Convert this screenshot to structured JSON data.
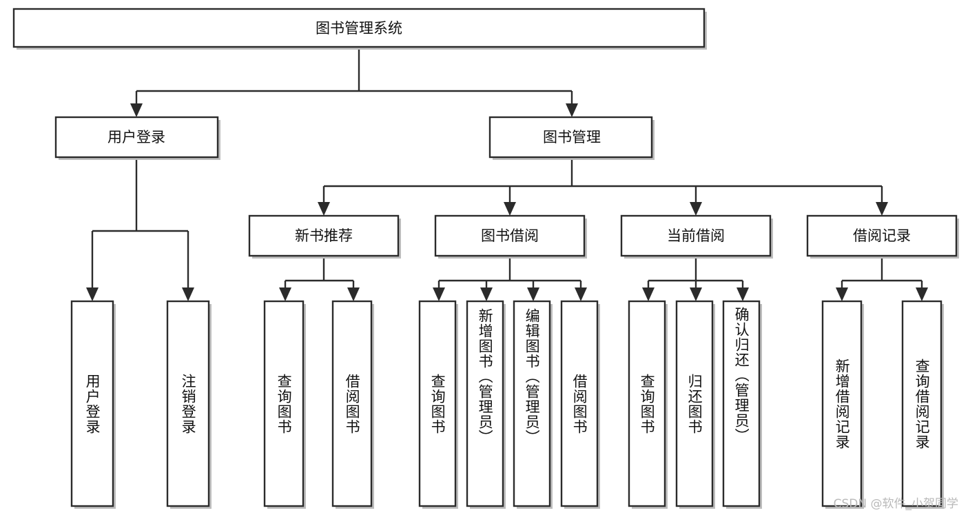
{
  "diagram": {
    "type": "tree",
    "title": "图书管理系统",
    "orientation": "top-down",
    "levels": 4
  },
  "root": {
    "label": "图书管理系统"
  },
  "level2": [
    {
      "label": "用户登录"
    },
    {
      "label": "图书管理"
    }
  ],
  "level3": [
    {
      "label": "新书推荐"
    },
    {
      "label": "图书借阅"
    },
    {
      "label": "当前借阅"
    },
    {
      "label": "借阅记录"
    }
  ],
  "leaves": {
    "user_login": [
      {
        "label": "用户登录"
      },
      {
        "label": "注销登录"
      }
    ],
    "new_book": [
      {
        "label": "查询图书"
      },
      {
        "label": "借阅图书"
      }
    ],
    "book_borrow": [
      {
        "label": "查询图书"
      },
      {
        "label": "新增图书（管理员）"
      },
      {
        "label": "编辑图书（管理员）"
      },
      {
        "label": "借阅图书"
      }
    ],
    "current_borrow": [
      {
        "label": "查询图书"
      },
      {
        "label": "归还图书"
      },
      {
        "label": "确认归还（管理员）"
      }
    ],
    "borrow_record": [
      {
        "label": "新增借阅记录"
      },
      {
        "label": "查询借阅记录"
      }
    ]
  },
  "watermark": {
    "text": "CSDN @软件_小贺同学"
  },
  "colors": {
    "stroke": "#2b2b2b",
    "fill": "#ffffff",
    "text": "#111111",
    "watermark": "#b9b9b9",
    "shadow": "#bdbdbd"
  }
}
